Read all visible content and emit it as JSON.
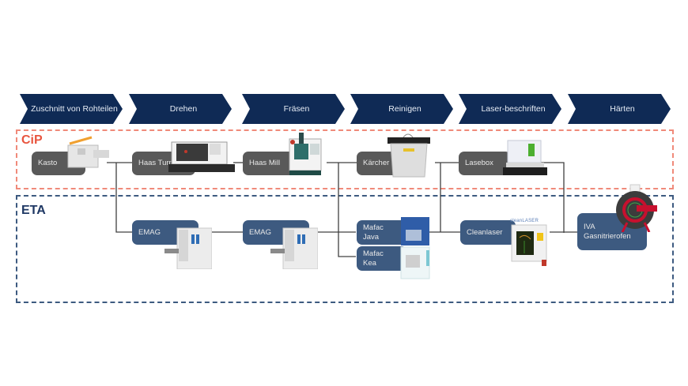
{
  "process_steps": [
    {
      "label": "Zuschnitt von Rohteilen"
    },
    {
      "label": "Drehen"
    },
    {
      "label": "Fräsen"
    },
    {
      "label": "Reinigen"
    },
    {
      "label": "Laser-beschriften"
    },
    {
      "label": "Härten"
    }
  ],
  "zones": {
    "cip": {
      "label": "CiP",
      "color": "#e8553f"
    },
    "eta": {
      "label": "ETA",
      "color": "#1f3864"
    }
  },
  "cip_nodes": [
    {
      "label": "Kasto"
    },
    {
      "label": "Haas Turn"
    },
    {
      "label": "Haas Mill"
    },
    {
      "label": "Kärcher"
    },
    {
      "label": "Lasebox"
    }
  ],
  "eta_nodes": [
    {
      "label": "EMAG"
    },
    {
      "label": "EMAG"
    },
    {
      "label": "Mafac Java"
    },
    {
      "label": "Mafac Kea"
    },
    {
      "label": "Cleanlaser"
    },
    {
      "label": "IVA Gasnitrierofen"
    }
  ],
  "brand_text": {
    "cleanlaser_logo": "cleanLASER"
  },
  "colors": {
    "step_fill": "#0f2a55",
    "cip_node": "#595959",
    "eta_node": "#3d5a80",
    "cip_border": "#f08a7a",
    "eta_border": "#3d5a80"
  }
}
